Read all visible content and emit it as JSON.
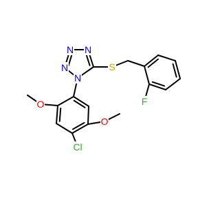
{
  "molecule": {
    "atoms": [
      {
        "id": "N_a",
        "symbol": "N",
        "color": "#0000ff"
      },
      {
        "id": "N_b",
        "symbol": "N",
        "color": "#0000ff"
      },
      {
        "id": "N_c",
        "symbol": "N",
        "color": "#0000ff"
      },
      {
        "id": "N_d",
        "symbol": "N",
        "color": "#0000ff"
      },
      {
        "id": "S",
        "symbol": "S",
        "color": "#c8a800"
      },
      {
        "id": "F",
        "symbol": "F",
        "color": "#30b030"
      },
      {
        "id": "Cl",
        "symbol": "Cl",
        "color": "#30b030"
      },
      {
        "id": "O_a",
        "symbol": "O",
        "color": "#ff0000"
      },
      {
        "id": "O_b",
        "symbol": "O",
        "color": "#ff0000"
      }
    ]
  }
}
